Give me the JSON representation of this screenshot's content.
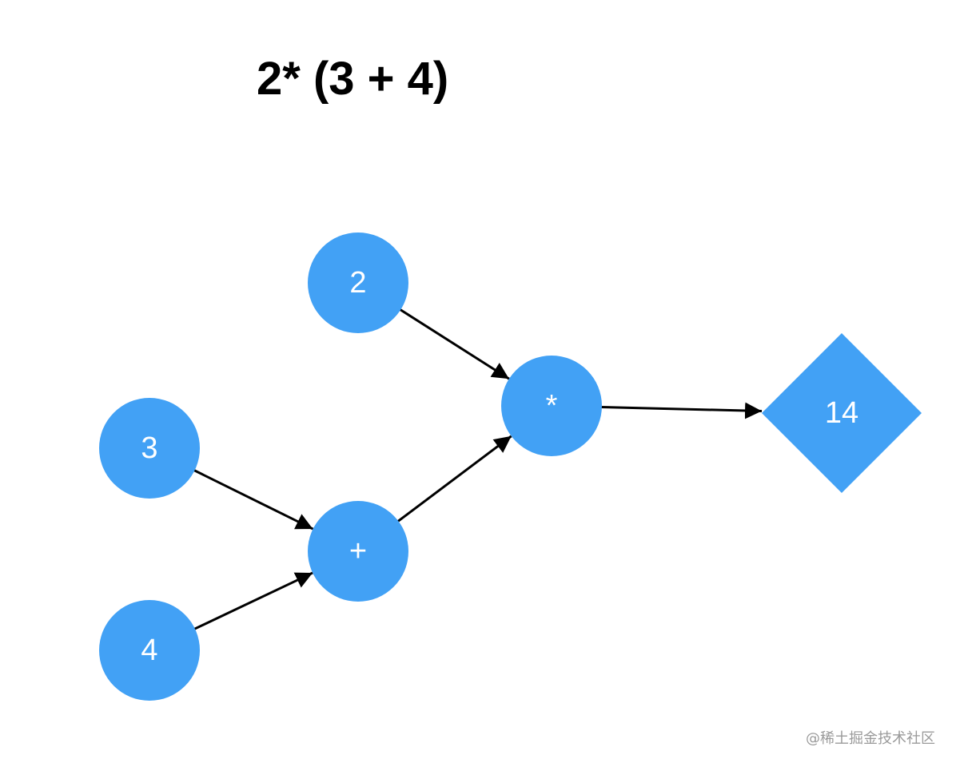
{
  "title": "2* (3 + 4)",
  "colors": {
    "node_fill": "#42a1f5",
    "node_text": "#ffffff",
    "edge": "#000000"
  },
  "nodes": [
    {
      "id": "2",
      "label": "2",
      "shape": "circle"
    },
    {
      "id": "3",
      "label": "3",
      "shape": "circle"
    },
    {
      "id": "4",
      "label": "4",
      "shape": "circle"
    },
    {
      "id": "plus",
      "label": "+",
      "shape": "circle"
    },
    {
      "id": "times",
      "label": "*",
      "shape": "circle"
    },
    {
      "id": "result",
      "label": "14",
      "shape": "diamond"
    }
  ],
  "edges": [
    {
      "from": "2",
      "to": "times"
    },
    {
      "from": "3",
      "to": "plus"
    },
    {
      "from": "4",
      "to": "plus"
    },
    {
      "from": "plus",
      "to": "times"
    },
    {
      "from": "times",
      "to": "result"
    }
  ],
  "watermark": "@稀土掘金技术社区"
}
